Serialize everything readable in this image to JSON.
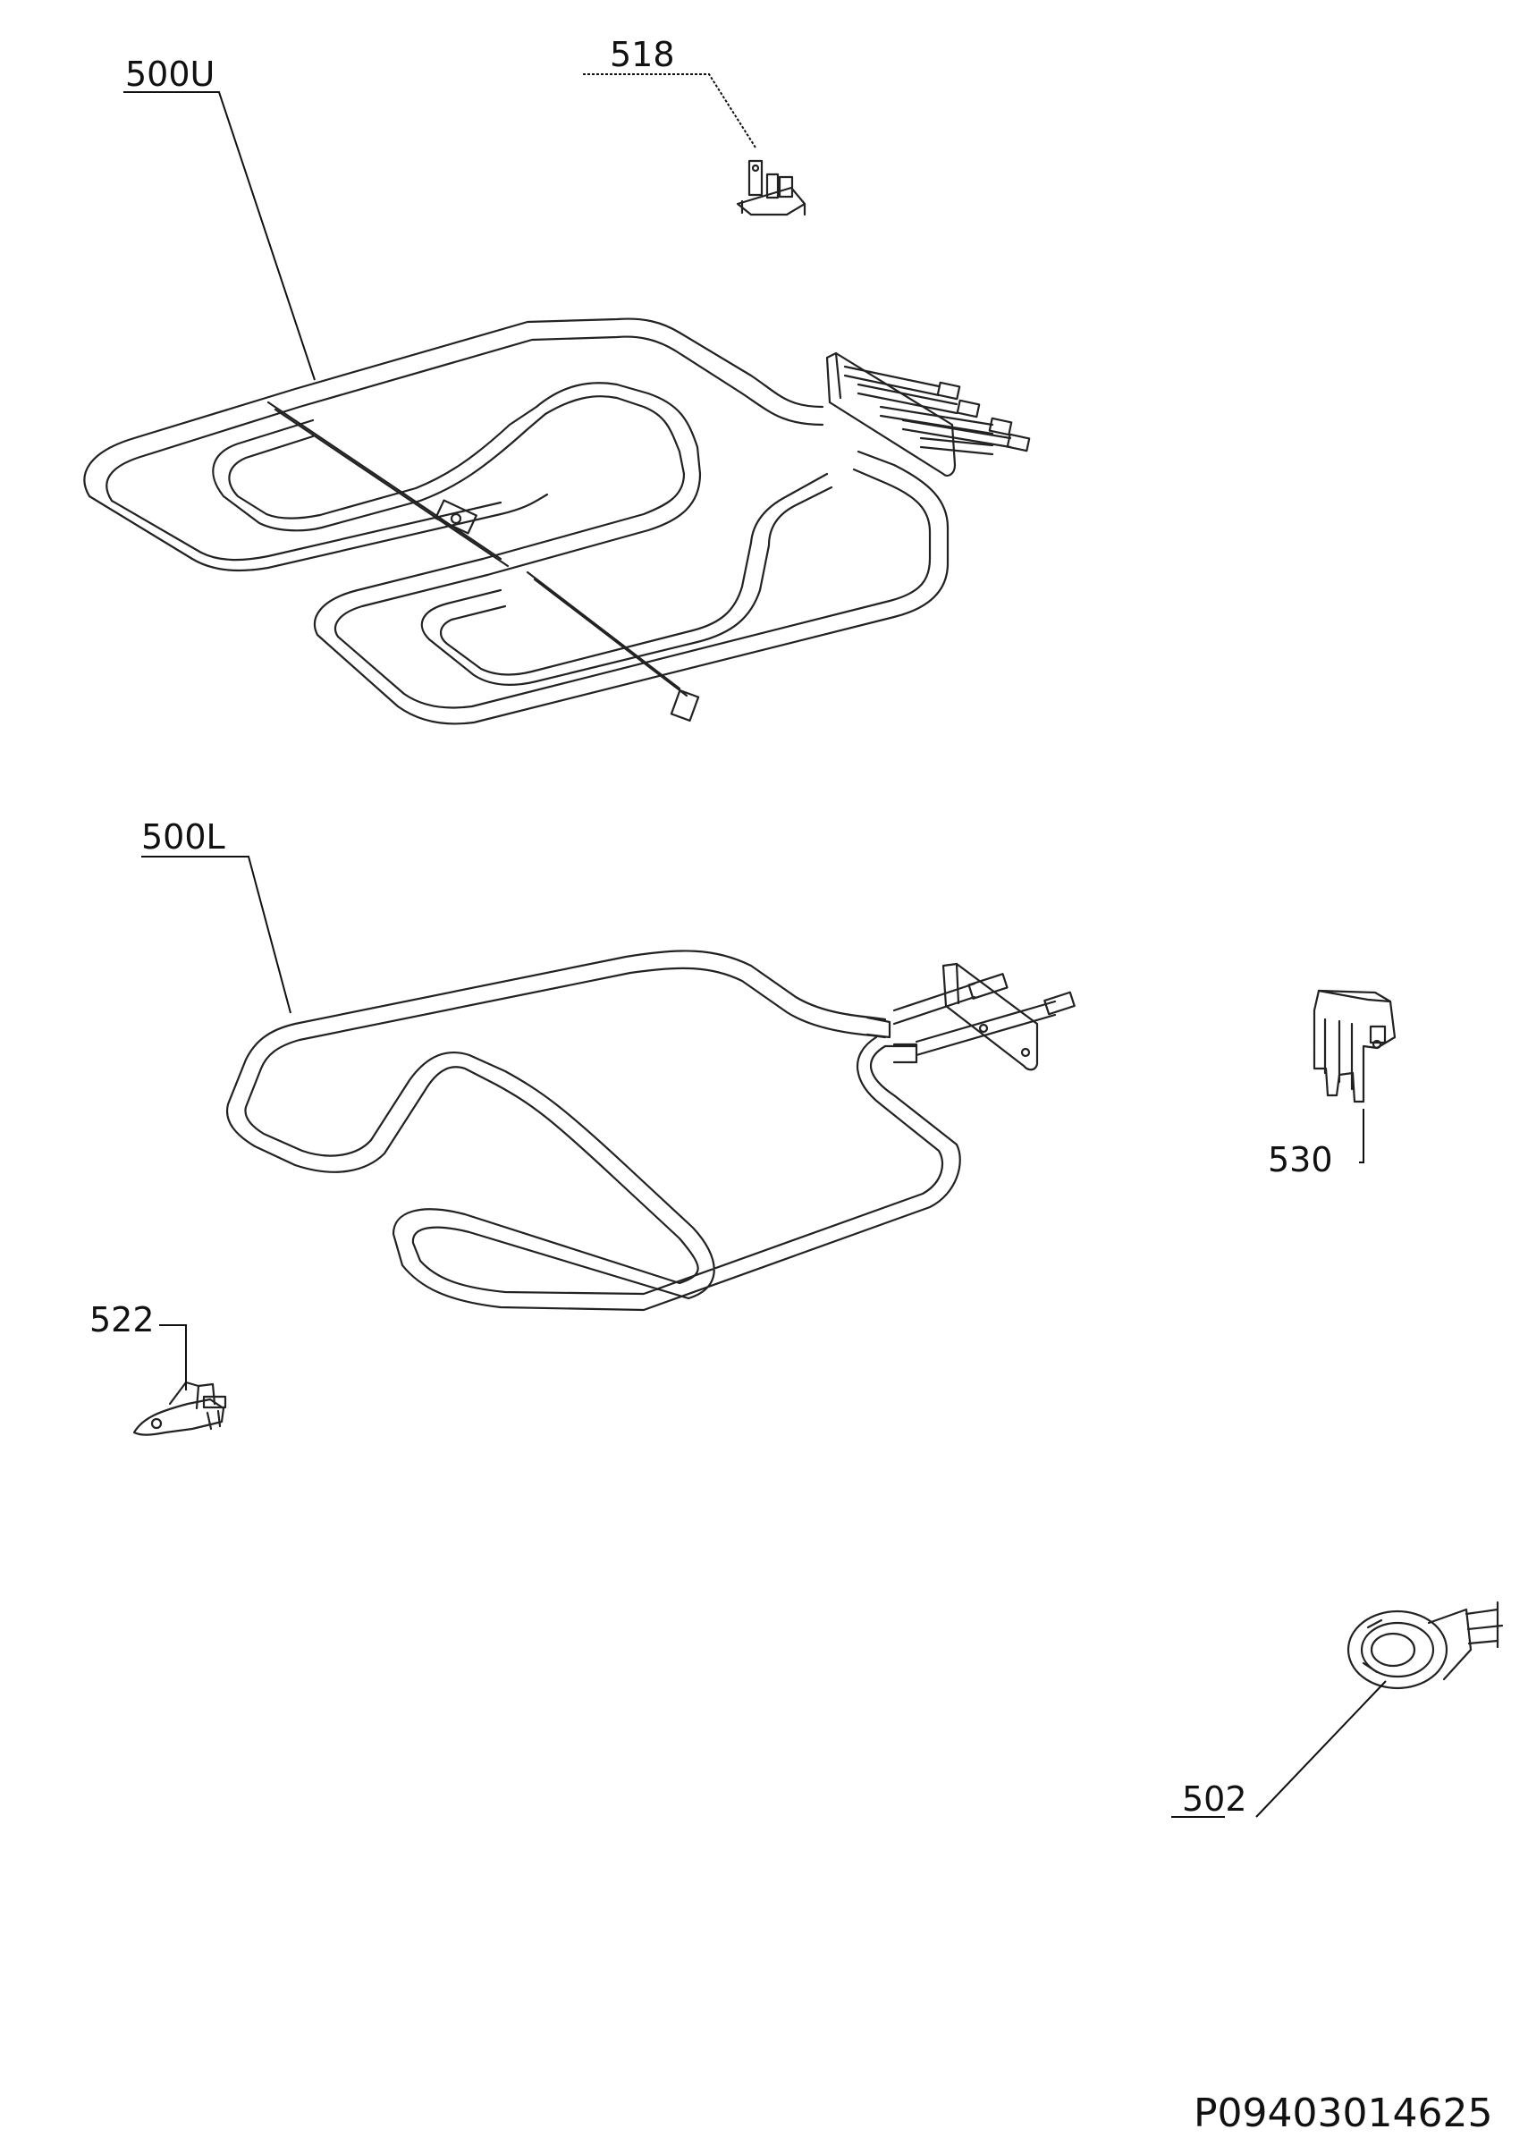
{
  "diagram": {
    "callouts": [
      {
        "id": "500U",
        "text": "500U"
      },
      {
        "id": "518",
        "text": "518"
      },
      {
        "id": "500L",
        "text": "500L"
      },
      {
        "id": "530",
        "text": "530"
      },
      {
        "id": "522",
        "text": "522"
      },
      {
        "id": "502",
        "text": "502"
      }
    ],
    "document_id": "P09403014625"
  }
}
